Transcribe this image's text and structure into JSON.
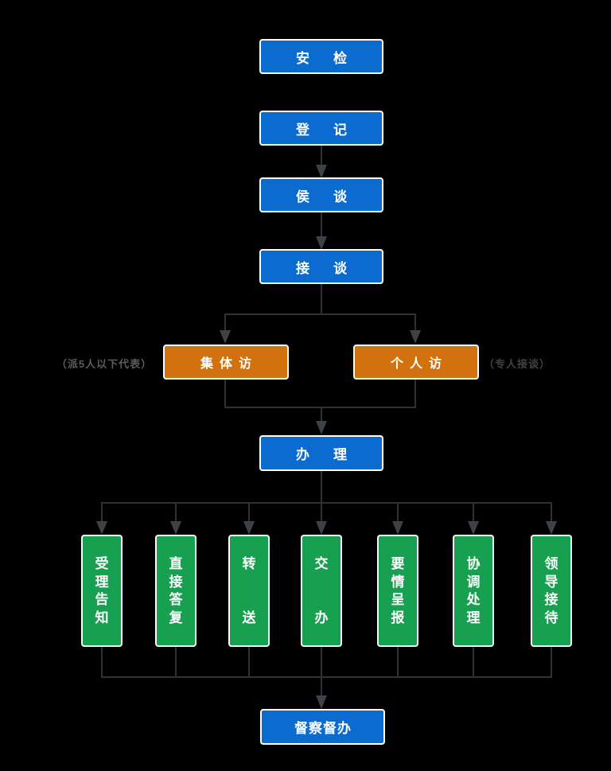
{
  "colors": {
    "background": "#000000",
    "blue_box": "#0b6bce",
    "orange_box": "#d2720e",
    "green_box": "#16a04f",
    "box_border": "#ffffff",
    "box_text": "#ffffff",
    "connector": "#2e3236",
    "arrowhead": "#3e4246",
    "note_left": "#5c5c5c",
    "note_right": "#414141"
  },
  "flow": {
    "security_check": "安检",
    "registration": "登记",
    "wait_talk": "侯谈",
    "reception_talk": "接谈",
    "group_visit": "集体访",
    "individual_visit": "个人访",
    "processing": "办理",
    "supervision": "督察督办"
  },
  "notes": {
    "group_visit_note": "（派5人以下代表）",
    "individual_visit_note": "（专人接谈）"
  },
  "process_options": [
    {
      "label": "受理告知"
    },
    {
      "label": "直接答复"
    },
    {
      "label": "转送"
    },
    {
      "label": "交办"
    },
    {
      "label": "要情呈报"
    },
    {
      "label": "协调处理"
    },
    {
      "label": "领导接待"
    }
  ]
}
